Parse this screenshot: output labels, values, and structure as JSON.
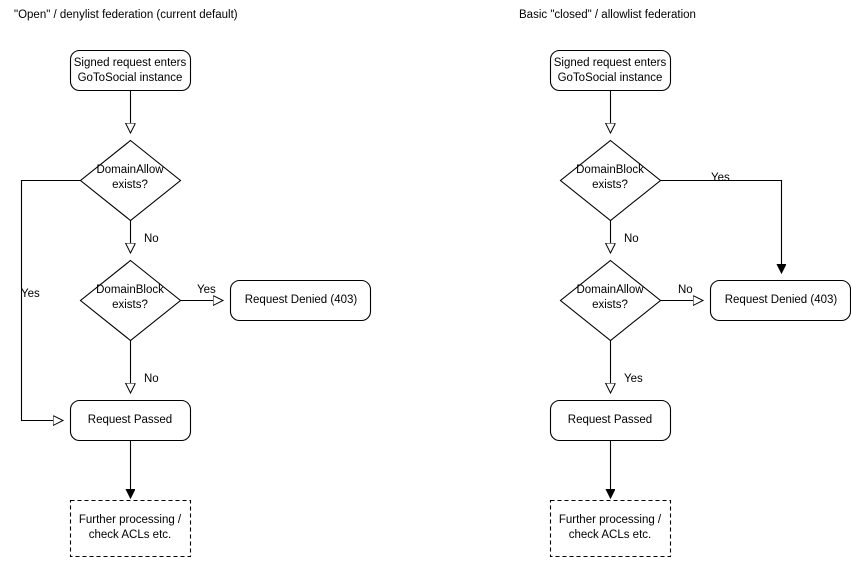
{
  "diagram": {
    "background_color": "#ffffff",
    "stroke_color": "#000000",
    "text_color": "#000000",
    "columns": [
      {
        "id": "open-denylist",
        "title": "\"Open\" / denylist federation (current default)",
        "nodes": {
          "entry": "Signed request enters\nGoToSocial instance",
          "entry_line1": "Signed request enters",
          "entry_line2": "GoToSocial instance",
          "decision1_line1": "DomainAllow",
          "decision1_line2": "exists?",
          "decision2_line1": "DomainBlock",
          "decision2_line2": "exists?",
          "denied": "Request Denied (403)",
          "passed": "Request Passed",
          "further_line1": "Further processing /",
          "further_line2": "check ACLs etc."
        },
        "edge_labels": {
          "allow_yes": "Yes",
          "allow_no": "No",
          "block_yes": "Yes",
          "block_no": "No"
        }
      },
      {
        "id": "closed-allowlist",
        "title": "Basic \"closed\" / allowlist federation",
        "nodes": {
          "entry": "Signed request enters\nGoToSocial instance",
          "entry_line1": "Signed request enters",
          "entry_line2": "GoToSocial instance",
          "decision1_line1": "DomainBlock",
          "decision1_line2": "exists?",
          "decision2_line1": "DomainAllow",
          "decision2_line2": "exists?",
          "denied": "Request Denied (403)",
          "passed": "Request Passed",
          "further_line1": "Further processing /",
          "further_line2": "check ACLs etc."
        },
        "edge_labels": {
          "block_yes": "Yes",
          "block_no": "No",
          "allow_no": "No",
          "allow_yes": "Yes"
        }
      }
    ]
  }
}
